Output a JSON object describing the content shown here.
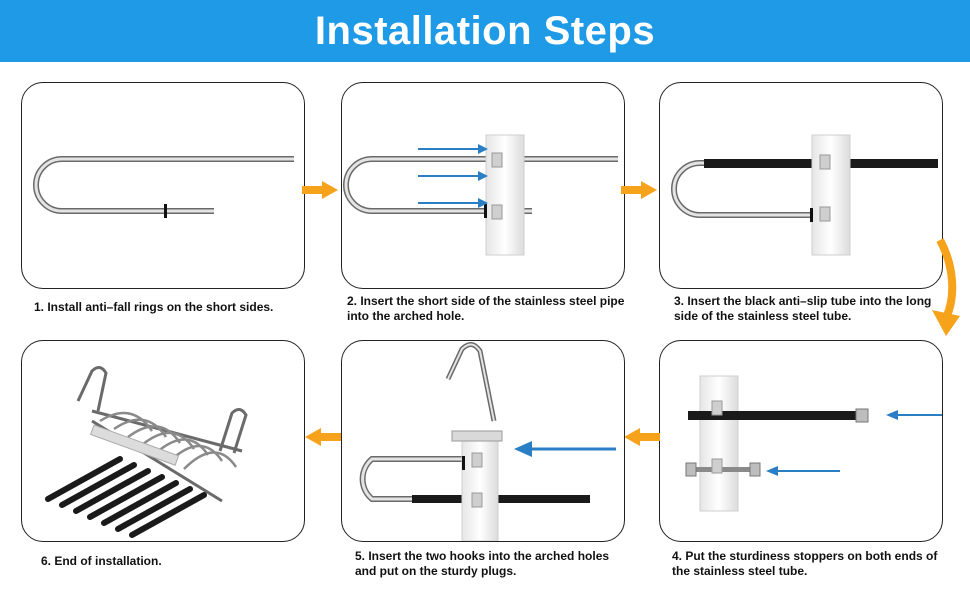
{
  "header": {
    "title": "Installation Steps",
    "background": "#1e9ae6"
  },
  "colors": {
    "accent_arrow": "#f7a21b",
    "pointer_arrow": "#2a7fc4",
    "tube": "#1a1a1a"
  },
  "steps": [
    {
      "caption": "1. Install anti–fall rings on the short sides."
    },
    {
      "caption": "2. Insert the short side of the stainless steel pipe into the arched hole."
    },
    {
      "caption": "3. Insert the black anti–slip tube into the long side of the stainless steel tube."
    },
    {
      "caption": "4. Put the sturdiness stoppers on both ends of the stainless steel tube."
    },
    {
      "caption": "5. Insert the two hooks into the arched holes and put on the sturdy plugs."
    },
    {
      "caption": "6. End of installation."
    }
  ]
}
